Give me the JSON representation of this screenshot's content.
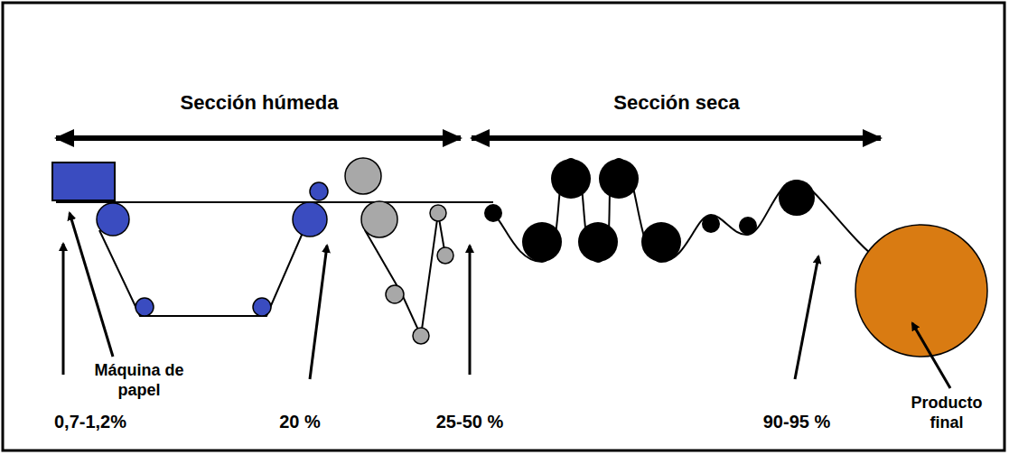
{
  "diagram": {
    "labels": [
      "Sección húmeda",
      "Sección seca",
      "Máquina de papel",
      "0,7-1,2%",
      "20 %",
      "25-50 %",
      "90-95 %",
      "Producto final"
    ]
  }
}
